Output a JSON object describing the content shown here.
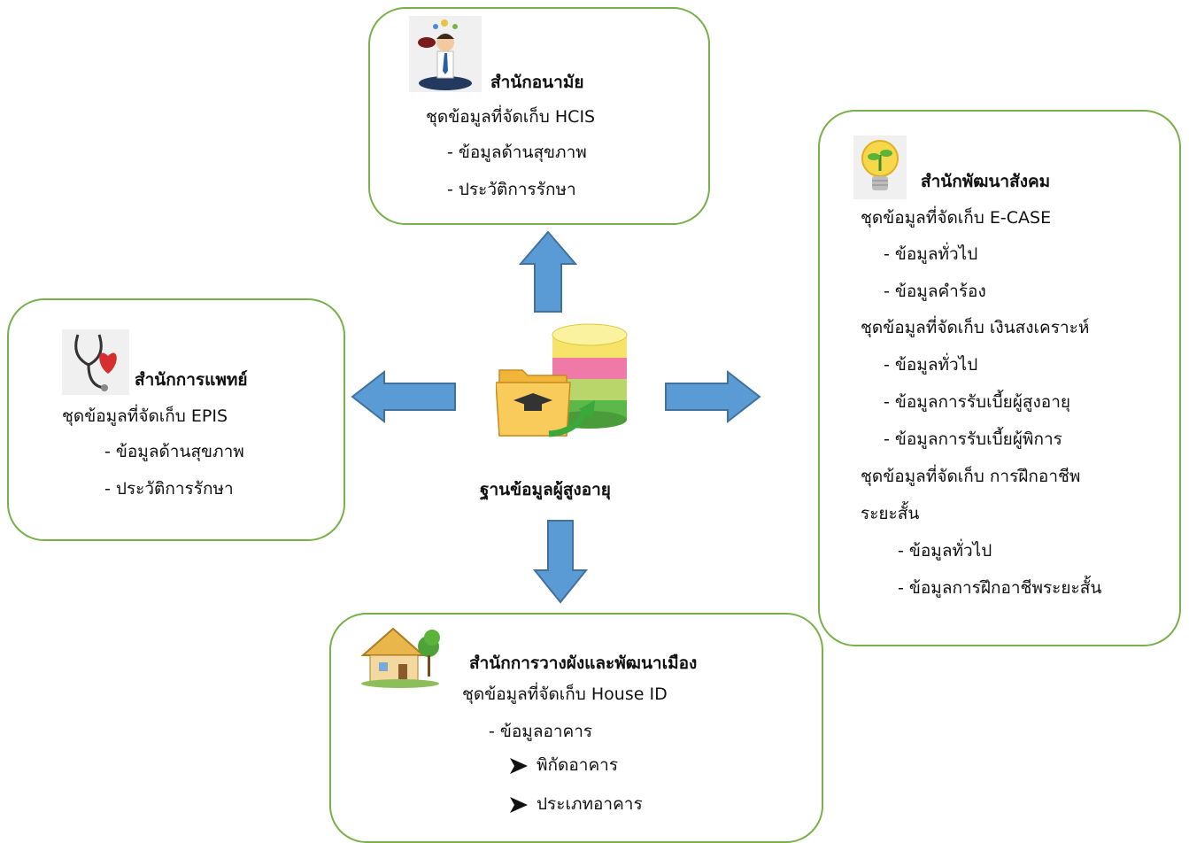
{
  "center": {
    "label": "ฐานข้อมูลผู้สูงอายุ",
    "icon": "database-folder-icon"
  },
  "top": {
    "title": "สำนักอนามัย",
    "icon": "thinking-person-icon",
    "lines": [
      "ชุดข้อมูลที่จัดเก็บ HCIS",
      "- ข้อมูลด้านสุขภาพ",
      "- ประวัติการรักษา"
    ]
  },
  "left": {
    "title": "สำนักการแพทย์",
    "icon": "stethoscope-heart-icon",
    "lines": [
      "ชุดข้อมูลที่จัดเก็บ EPIS",
      "- ข้อมูลด้านสุขภาพ",
      "- ประวัติการรักษา"
    ]
  },
  "right": {
    "title": "สำนักพัฒนาสังคม",
    "icon": "lightbulb-plant-icon",
    "lines": [
      "ชุดข้อมูลที่จัดเก็บ E-CASE",
      "- ข้อมูลทั่วไป",
      "- ข้อมูลคำร้อง",
      "ชุดข้อมูลที่จัดเก็บ เงินสงเคราะห์",
      "- ข้อมูลทั่วไป",
      "- ข้อมูลการรับเบี้ยผู้สูงอายุ",
      "- ข้อมูลการรับเบี้ยผู้พิการ",
      "ชุดข้อมูลที่จัดเก็บ การฝึกอาชีพ",
      "ระยะสั้น",
      "- ข้อมูลทั่วไป",
      "- ข้อมูลการฝึกอาชีพระยะสั้น"
    ]
  },
  "bottom": {
    "title": "สำนักการวางผังและพัฒนาเมือง",
    "icon": "house-icon",
    "lines": [
      "ชุดข้อมูลที่จัดเก็บ House ID",
      "- ข้อมูลอาคาร",
      "พิกัดอาคาร",
      "ประเภทอาคาร"
    ]
  },
  "colors": {
    "box_border": "#78b04a",
    "arrow_fill": "#5b9bd5",
    "arrow_stroke": "#41719c"
  }
}
